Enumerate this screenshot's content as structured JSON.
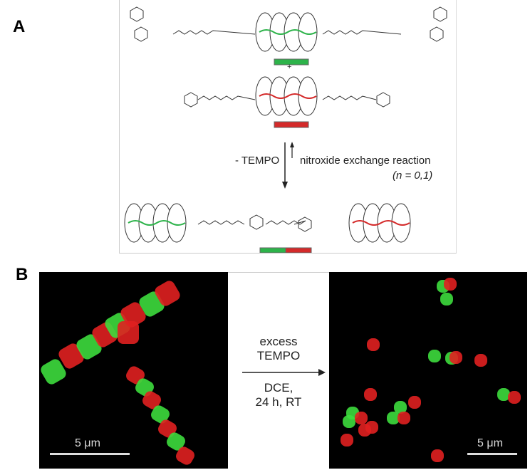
{
  "panel_a": {
    "label": "A",
    "plus": "+",
    "minus_tempo": "- TEMPO",
    "reaction_name": "nitroxide exchange reaction",
    "n_condition": "(n = 0,1)",
    "colors": {
      "green": "#2db34a",
      "red": "#d42a2a"
    }
  },
  "panel_b": {
    "label": "B",
    "conditions_above": [
      "excess",
      "TEMPO"
    ],
    "conditions_below": [
      "DCE,",
      "24 h, RT"
    ],
    "scale_left": "5 μm",
    "scale_right": "5 μm"
  }
}
